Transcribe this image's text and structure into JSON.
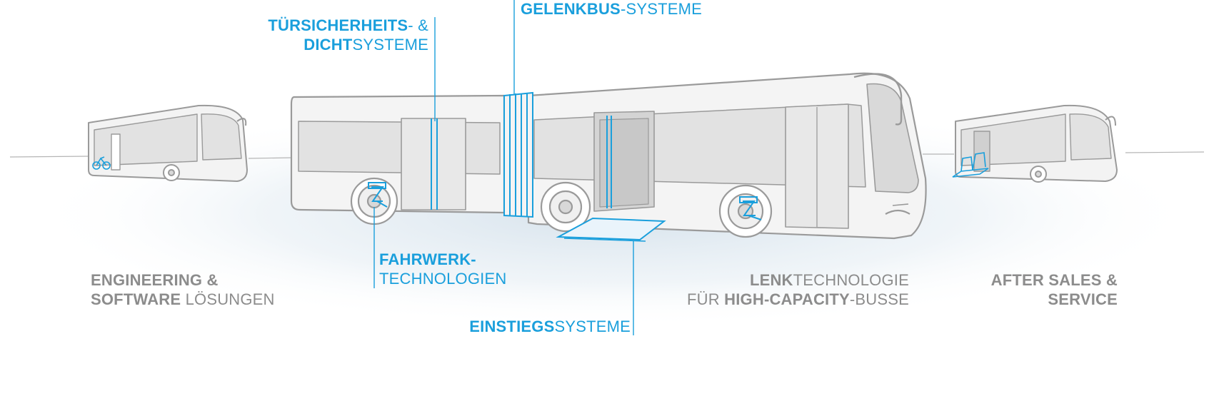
{
  "labels": {
    "door": {
      "l1_bold": "TÜRSICHERHEITS",
      "l1_rest": "- &",
      "l2_bold": "DICHT",
      "l2_rest": "SYSTEME"
    },
    "articulated": {
      "bold": "GELENKBUS",
      "rest": "-SYSTEME"
    },
    "chassis": {
      "l1_bold": "FAHRWERK-",
      "l2_rest": "TECHNOLOGIEN"
    },
    "entry": {
      "bold": "EINSTIEGS",
      "rest": "SYSTEME"
    },
    "engineering": {
      "l1_bold": "ENGINEERING &",
      "l2_bold": "SOFTWARE",
      "l2_rest": " LÖSUNGEN"
    },
    "steering": {
      "l1_bold": "LENK",
      "l1_rest": "TECHNOLOGIE",
      "l2_pre": "FÜR ",
      "l2_bold": "HIGH-CAPACITY",
      "l2_rest": "-BUSSE"
    },
    "aftersales": {
      "l1_bold": "AFTER SALES &",
      "l2_bold": "SERVICE"
    }
  },
  "colors": {
    "accent": "#1a9fdc",
    "text_grey": "#8c8c8c",
    "bus_fill": "#e6e6e6",
    "bus_stroke": "#9a9a9a"
  }
}
